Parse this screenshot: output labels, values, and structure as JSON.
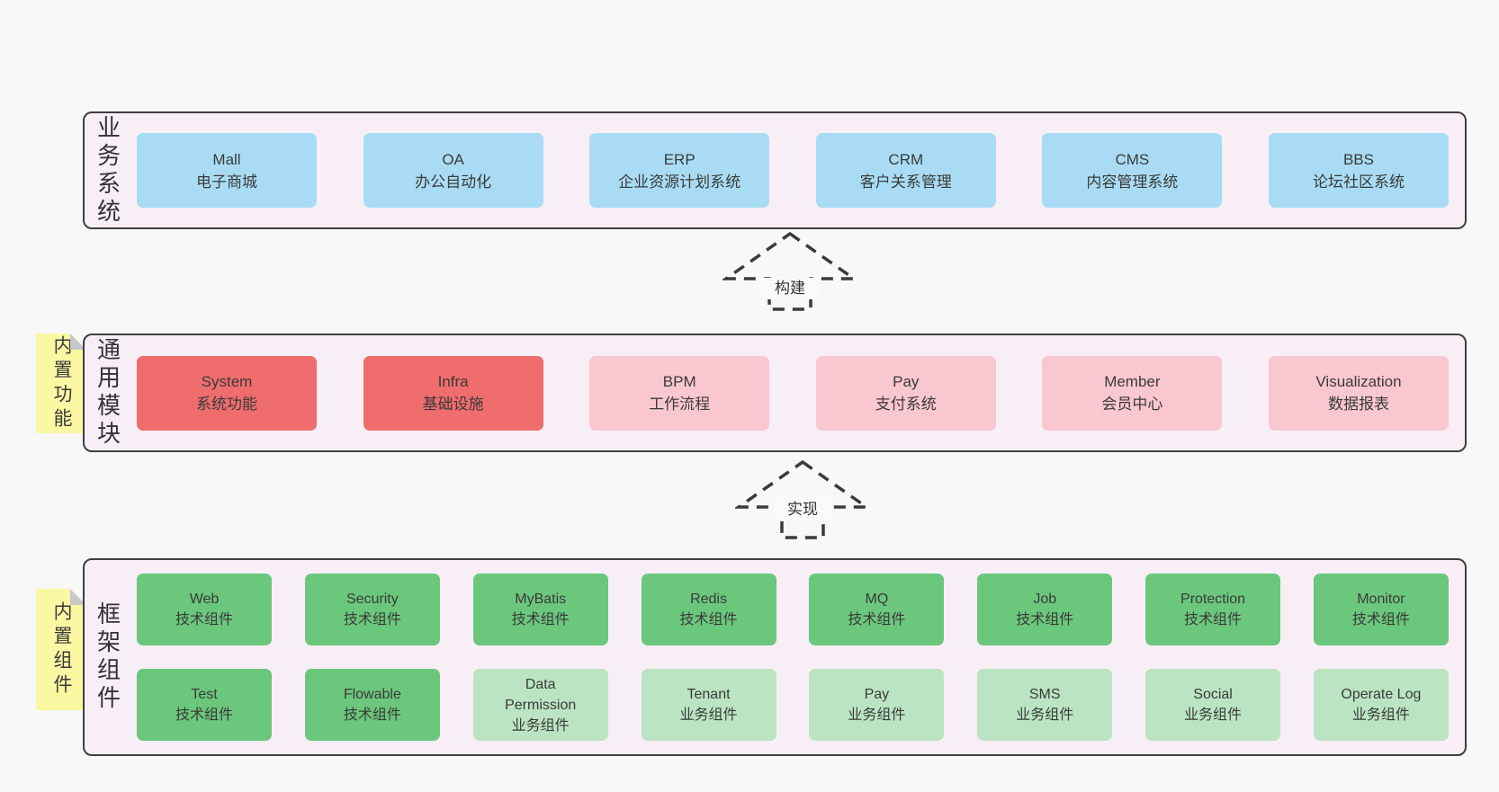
{
  "colors": {
    "page_bg": "#f8f8f8",
    "band_bg": "#f8eef6",
    "band_border": "#3f3f3f",
    "blue": "#a9dcf4",
    "red": "#ef6d6d",
    "pink": "#f9c7d0",
    "green": "#6bc77c",
    "light_green": "#bbe5c2",
    "sticky_yellow": "#faf8a2",
    "sticky_fold": "#c8c8c8",
    "text": "#3a3a3a"
  },
  "bands": [
    {
      "label": "业务系统",
      "boxes": [
        {
          "name": "Mall",
          "desc": "电子商城"
        },
        {
          "name": "OA",
          "desc": "办公自动化"
        },
        {
          "name": "ERP",
          "desc": "企业资源计划系统"
        },
        {
          "name": "CRM",
          "desc": "客户关系管理"
        },
        {
          "name": "CMS",
          "desc": "内容管理系统"
        },
        {
          "name": "BBS",
          "desc": "论坛社区系统"
        }
      ]
    },
    {
      "label": "通用模块",
      "sticky": "内置功能",
      "boxes": [
        {
          "name": "System",
          "desc": "系统功能"
        },
        {
          "name": "Infra",
          "desc": "基础设施"
        },
        {
          "name": "BPM",
          "desc": "工作流程"
        },
        {
          "name": "Pay",
          "desc": "支付系统"
        },
        {
          "name": "Member",
          "desc": "会员中心"
        },
        {
          "name": "Visualization",
          "desc": "数据报表"
        }
      ]
    },
    {
      "label": "框架组件",
      "sticky": "内置组件",
      "rows": [
        [
          {
            "name": "Web",
            "desc": "技术组件"
          },
          {
            "name": "Security",
            "desc": "技术组件"
          },
          {
            "name": "MyBatis",
            "desc": "技术组件"
          },
          {
            "name": "Redis",
            "desc": "技术组件"
          },
          {
            "name": "MQ",
            "desc": "技术组件"
          },
          {
            "name": "Job",
            "desc": "技术组件"
          },
          {
            "name": "Protection",
            "desc": "技术组件"
          },
          {
            "name": "Monitor",
            "desc": "技术组件"
          }
        ],
        [
          {
            "name": "Test",
            "desc": "技术组件"
          },
          {
            "name": "Flowable",
            "desc": "技术组件"
          },
          {
            "name": "Data Permission",
            "desc": "业务组件"
          },
          {
            "name": "Tenant",
            "desc": "业务组件"
          },
          {
            "name": "Pay",
            "desc": "业务组件"
          },
          {
            "name": "SMS",
            "desc": "业务组件"
          },
          {
            "name": "Social",
            "desc": "业务组件"
          },
          {
            "name": "Operate Log",
            "desc": "业务组件"
          }
        ]
      ]
    }
  ],
  "arrows": [
    {
      "label": "构建"
    },
    {
      "label": "实现"
    }
  ]
}
